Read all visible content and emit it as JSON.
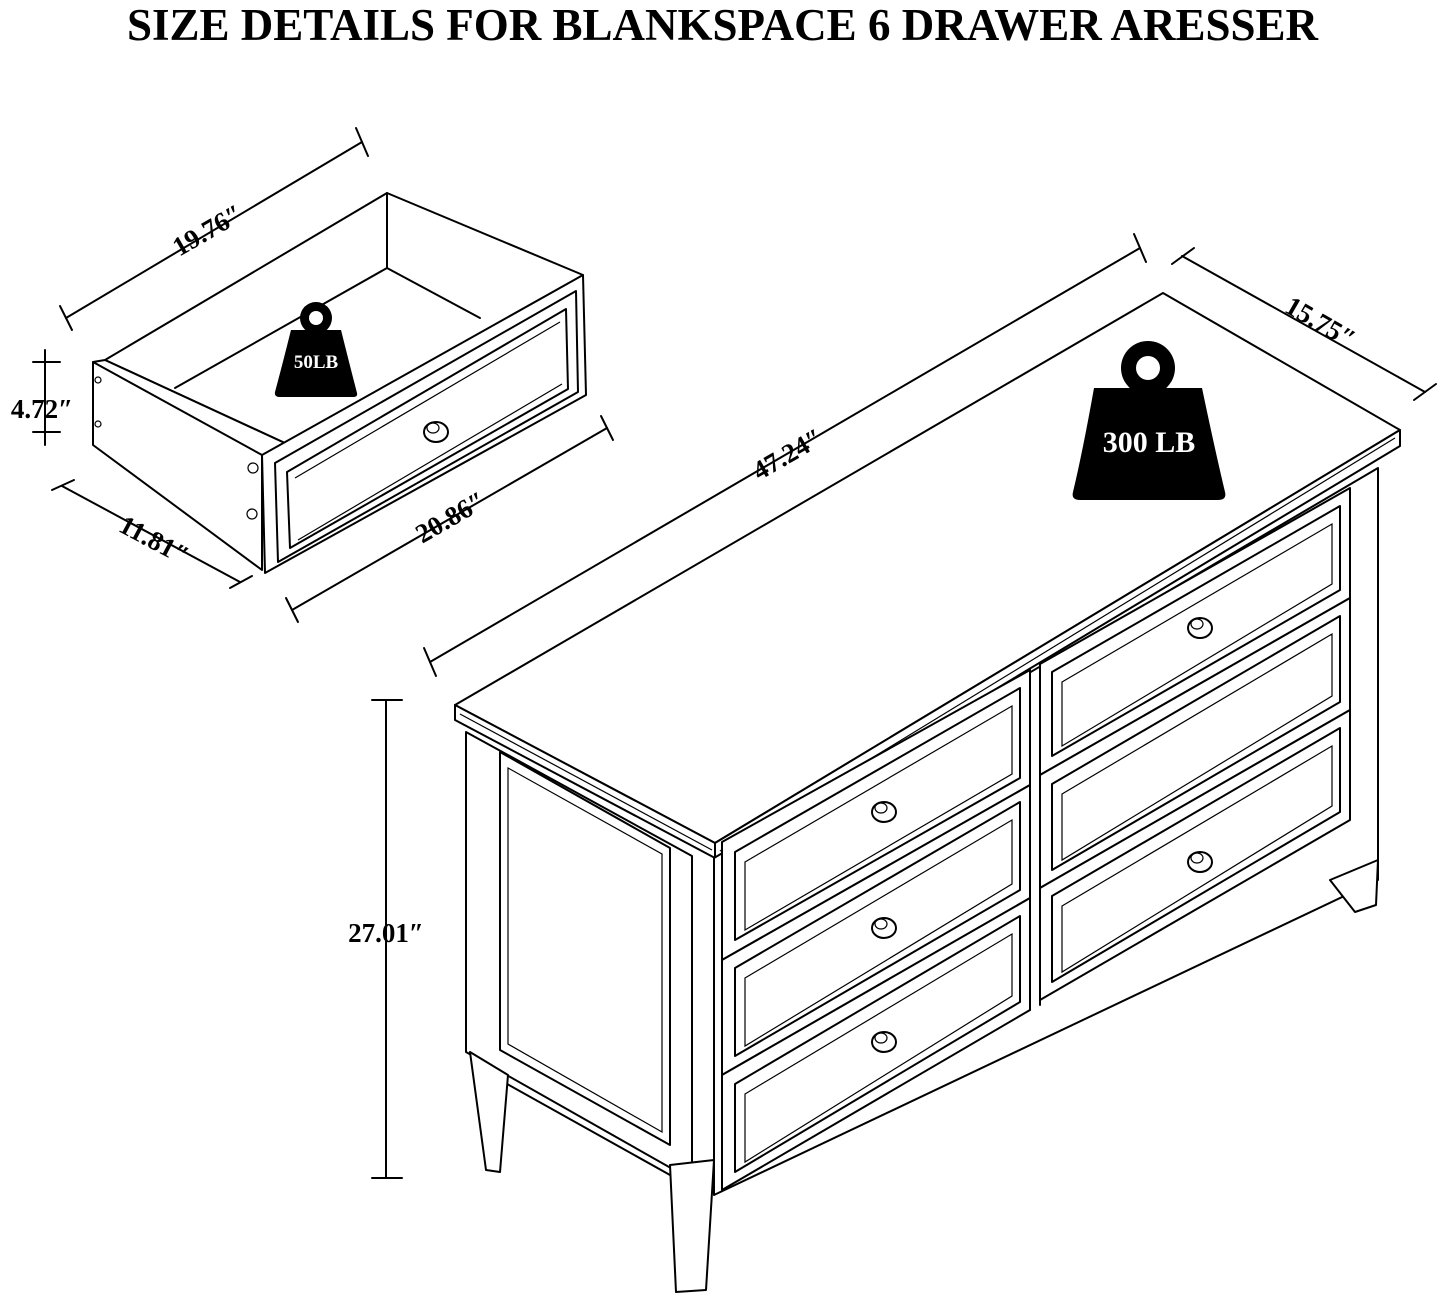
{
  "title": "SIZE DETAILS FOR BLANKSPACE 6 DRAWER ARESSER",
  "drawer": {
    "depth": "19.76″",
    "height": "4.72″",
    "width_side": "11.81″",
    "width_front": "20.86″",
    "weight": "50LB"
  },
  "dresser": {
    "width": "47.24″",
    "depth": "15.75″",
    "height": "27.01″",
    "weight": "300 LB"
  },
  "colors": {
    "ink": "#000000",
    "background": "#ffffff"
  }
}
